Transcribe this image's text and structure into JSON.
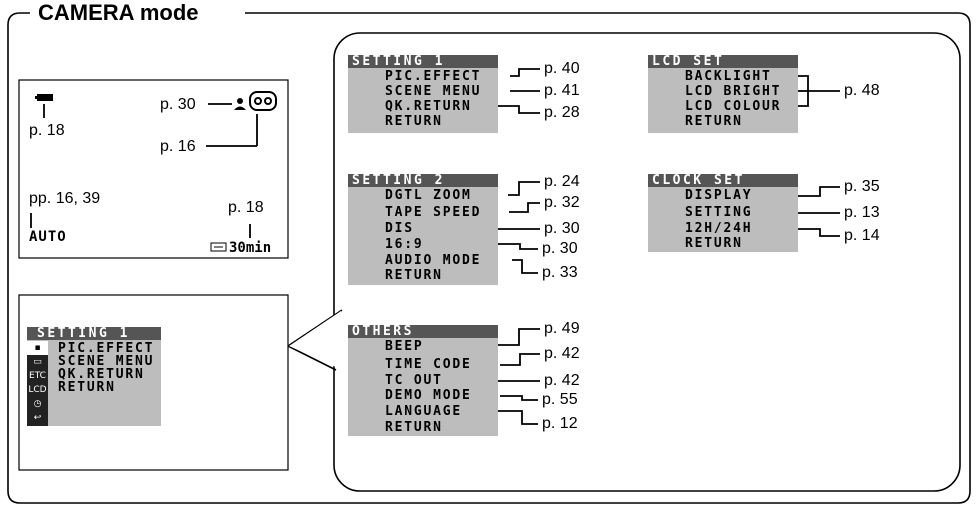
{
  "title": "CAMERA mode",
  "viewfinder": {
    "battery_ref": "p. 18",
    "icon_ref_a": "p. 30",
    "icon_ref_b": "p. 16",
    "auto_ref": "pp. 16, 39",
    "auto_label": "AUTO",
    "tape_ref": "p. 18",
    "tape_remaining": "30min"
  },
  "mini_menu": {
    "header": "SETTING 1",
    "items": [
      "PIC.EFFECT",
      "SCENE MENU",
      "QK.RETURN",
      "RETURN"
    ],
    "tab_icons": [
      "camera-tab-icon",
      "vcr-tab-icon",
      "etc-tab-icon",
      "lcd-tab-icon",
      "clock-tab-icon",
      "return-tab-icon"
    ],
    "tab_labels": [
      "▪",
      "▭",
      "ETC",
      "LCD",
      "◷",
      "↩"
    ]
  },
  "menus": {
    "setting1": {
      "header": "SETTING 1",
      "items": [
        "PIC.EFFECT",
        "SCENE MENU",
        "QK.RETURN",
        "RETURN"
      ],
      "refs": [
        "p. 40",
        "p. 41",
        "p. 28"
      ]
    },
    "setting2": {
      "header": "SETTING 2",
      "items": [
        "DGTL ZOOM",
        "TAPE SPEED",
        "DIS",
        "16:9",
        "AUDIO MODE",
        "RETURN"
      ],
      "refs": [
        "p. 24",
        "p. 32",
        "p. 30",
        "p. 30",
        "p. 33"
      ]
    },
    "others": {
      "header": "OTHERS",
      "items": [
        "BEEP",
        "TIME CODE",
        "TC OUT",
        "DEMO MODE",
        "LANGUAGE",
        "RETURN"
      ],
      "refs": [
        "p. 49",
        "p. 42",
        "p. 42",
        "p. 55",
        "p. 12"
      ]
    },
    "lcd_set": {
      "header": "LCD SET",
      "items": [
        "BACKLIGHT",
        "LCD BRIGHT",
        "LCD COLOUR",
        "RETURN"
      ],
      "refs": [
        "p. 48"
      ]
    },
    "clock_set": {
      "header": "CLOCK SET",
      "items": [
        "DISPLAY",
        "SETTING",
        "12H/24H",
        "RETURN"
      ],
      "refs": [
        "p. 35",
        "p. 13",
        "p. 14"
      ]
    }
  }
}
